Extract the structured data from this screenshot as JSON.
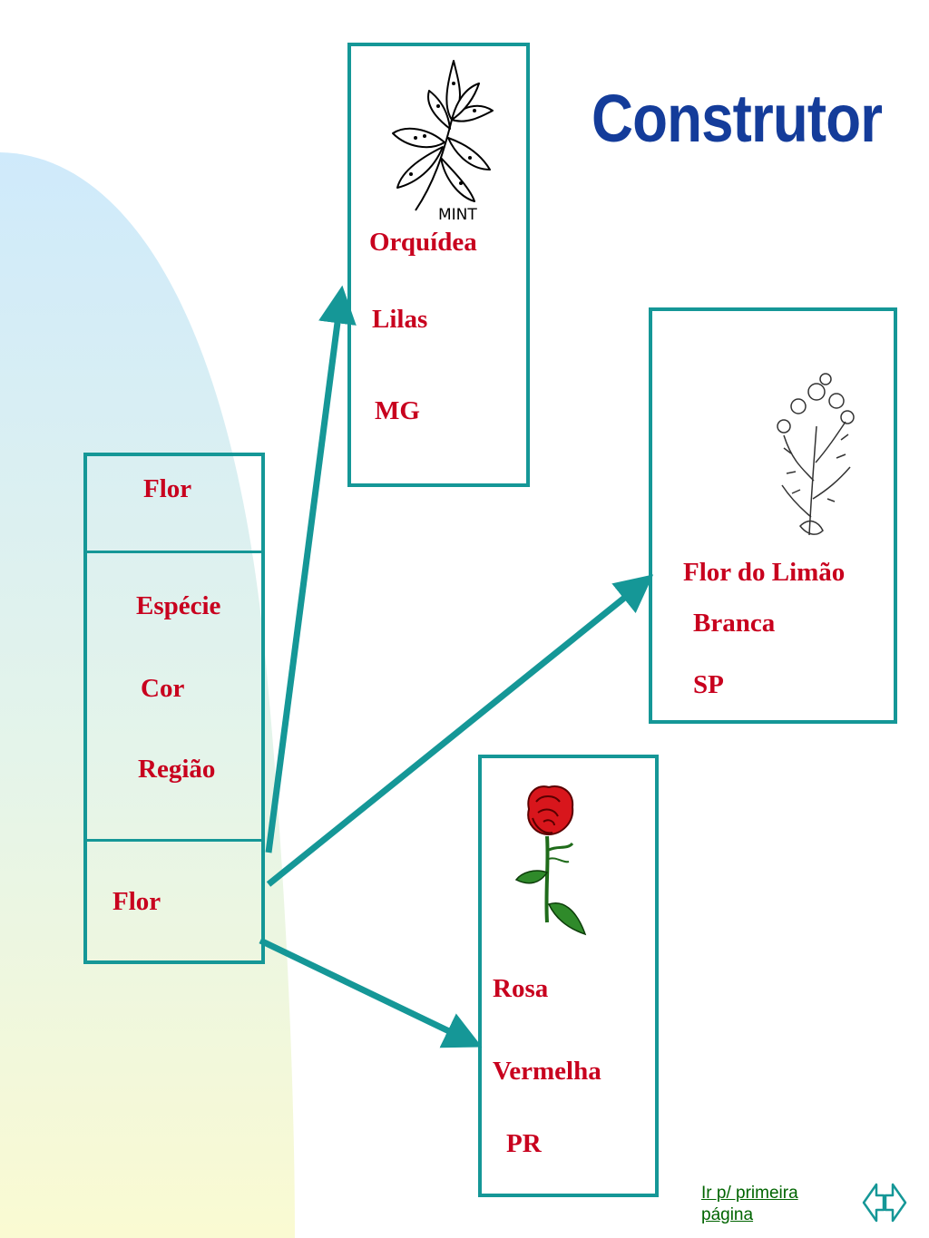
{
  "title": "Construtor",
  "colors": {
    "teal": "#159797",
    "red": "#c8001e",
    "title_blue": "#143c9a",
    "link_green": "#006400"
  },
  "class_box": {
    "name": "Flor",
    "attributes": [
      "Espécie",
      "Cor",
      "Região"
    ],
    "constructor": "Flor"
  },
  "instances": {
    "orquidea": {
      "icon": "mint-plant-icon",
      "image_caption": "MINT",
      "especie": "Orquídea",
      "cor": "Lilas",
      "regiao": "MG"
    },
    "limao": {
      "icon": "lemon-flower-icon",
      "especie": "Flor do Limão",
      "cor": "Branca",
      "regiao": "SP"
    },
    "rosa": {
      "icon": "red-rose-icon",
      "especie": "Rosa",
      "cor": "Vermelha",
      "regiao": "PR"
    }
  },
  "footer": {
    "link_text": "Ir p/ primeira página",
    "nav_icon": "prev-next-arrows-icon"
  }
}
